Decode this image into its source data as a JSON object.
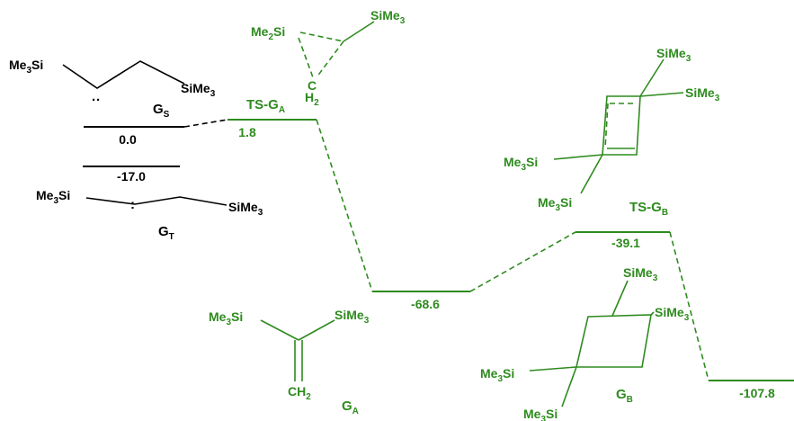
{
  "colors": {
    "black": "#000000",
    "green": "#2e8b1e"
  },
  "energies": {
    "gs": "0.0",
    "gt": "-17.0",
    "ts_ga": "1.8",
    "ga": "-68.6",
    "ts_gb": "-39.1",
    "gb": "-107.8"
  },
  "labels": {
    "gs": {
      "main": "G",
      "sub": "S"
    },
    "gt": {
      "main": "G",
      "sub": "T"
    },
    "ts_ga": {
      "main": "TS-G",
      "sub": "A"
    },
    "ga": {
      "main": "G",
      "sub": "A"
    },
    "ts_gb": {
      "main": "TS-G",
      "sub": "B"
    },
    "gb": {
      "main": "G",
      "sub": "B"
    }
  },
  "groups": {
    "me3si": {
      "main": "Me",
      "sub": "3",
      "tail": "Si"
    },
    "sime3": {
      "main": "SiMe",
      "sub": "3"
    },
    "me2si": {
      "main": "Me",
      "sub": "2",
      "tail": "Si"
    },
    "ch2": {
      "main": "CH",
      "sub": "2"
    },
    "c": "C",
    "h2": {
      "main": "H",
      "sub": "2"
    }
  },
  "symbols": {
    "lone_pair_h": "··",
    "lone_pair_v": ":"
  }
}
